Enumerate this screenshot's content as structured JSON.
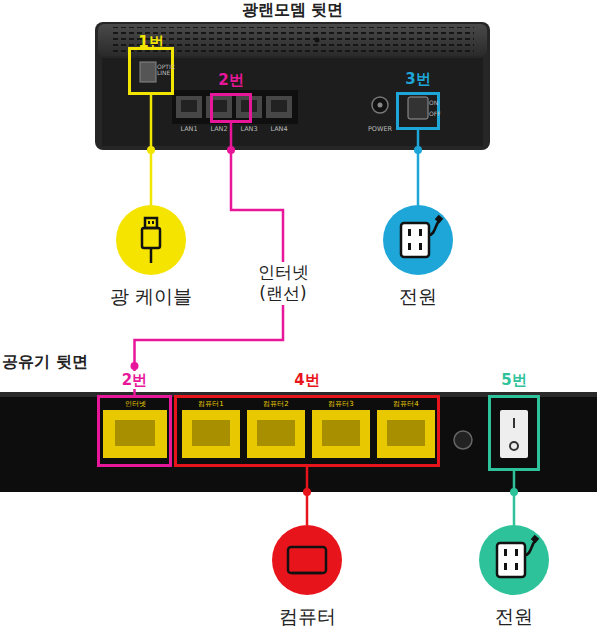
{
  "diagram": {
    "nodes": [
      {
        "text": [
          "광랜모뎀 뒷면"
        ]
      },
      {
        "text": [
          "1번"
        ],
        "in": 0
      },
      {
        "text": [
          "2번"
        ],
        "in": 0
      },
      {
        "text": [
          "3번"
        ],
        "in": 0
      },
      {
        "text": [
          "광 케이블"
        ]
      },
      {
        "text": [
          "전원"
        ]
      },
      {
        "text": [
          "공유기 뒷면"
        ]
      },
      {
        "text": [
          "2번"
        ],
        "in": 6
      },
      {
        "text": [
          "4번"
        ],
        "in": 6
      },
      {
        "text": [
          "5번"
        ],
        "in": 6
      },
      {
        "text": [
          "컴퓨터"
        ]
      },
      {
        "text": [
          "전원"
        ]
      }
    ],
    "edges": [
      {
        "from": 1,
        "to": 4,
        "arrow": "none"
      },
      {
        "from": 2,
        "to": 7,
        "label": "인터넷 (랜선)",
        "arrow": "none"
      },
      {
        "from": 3,
        "to": 5,
        "arrow": "none"
      },
      {
        "from": 8,
        "to": 10,
        "arrow": "none"
      },
      {
        "from": 9,
        "to": 11,
        "arrow": "none"
      }
    ],
    "labels": [
      "OPTIC LINE",
      "LAN1",
      "LAN2",
      "LAN3",
      "LAN4",
      "POWER",
      "ON",
      "OFF",
      "인터넷",
      "컴퓨터1",
      "컴퓨터2",
      "컴퓨터3",
      "컴퓨터4"
    ]
  }
}
